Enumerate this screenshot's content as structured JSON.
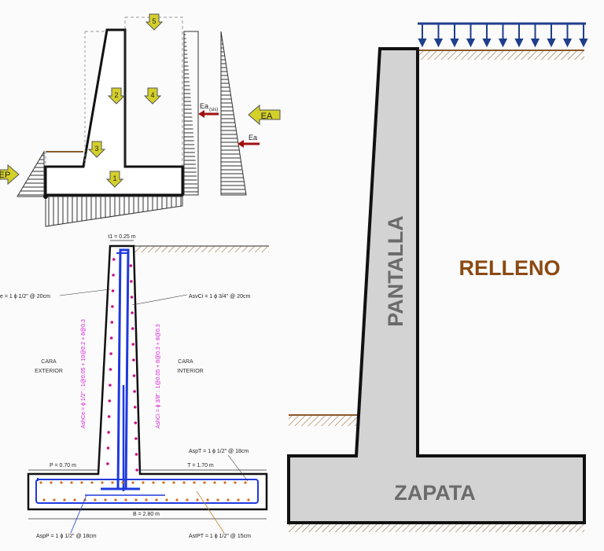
{
  "colors": {
    "wall_fill": "#d3d3d3",
    "relleno_text": "#8b4a12",
    "load_arrow": "#1f3f8c",
    "soil": "#8b5a2b",
    "rebar": "#1e3adc",
    "rebar_dot": "#c8108c",
    "force_arrow": "#d4d02a",
    "ea_arrow": "#a01010"
  },
  "large_section": {
    "pantalla": "PANTALLA",
    "relleno": "RELLENO",
    "zapata": "ZAPATA"
  },
  "force_diagram": {
    "ea_label": "EA",
    "ep_label": "EP",
    "ea_small": "Ea",
    "ea_sis": "Ea",
    "ea_sis_sub": "(sis)",
    "weights": [
      "1",
      "2",
      "3",
      "4",
      "5"
    ]
  },
  "rebar_detail": {
    "t1": "t1 = 0.25 m",
    "asv_ce": "e = 1 ϕ 1/2\" @ 20cm",
    "asv_ci": "AsvCi = 1 ϕ 3/4\" @ 20cm",
    "cara_exterior_1": "CARA",
    "cara_exterior_2": "EXTERIOR",
    "cara_interior_1": "CARA",
    "cara_interior_2": "INTERIOR",
    "ash_ce": "AshCe =  ϕ 1/2\" : 1@0.05 + 10@0.2 + 8@0.3",
    "ash_ci": "AshCi =  ϕ 3/8\" : 1@0.05 + 8@0.3 + 8@0.3",
    "asp_t": "AspT = 1 ϕ 1/2\" @ 18cm",
    "p": "P = 0.70 m",
    "t": "T = 1.70 m",
    "b": "B = 2.80 m",
    "asp_p": "AspP = 1 ϕ 1/2\" @ 18cm",
    "ast_pt": "AstPT = 1 ϕ 1/2\" @ 15cm"
  }
}
